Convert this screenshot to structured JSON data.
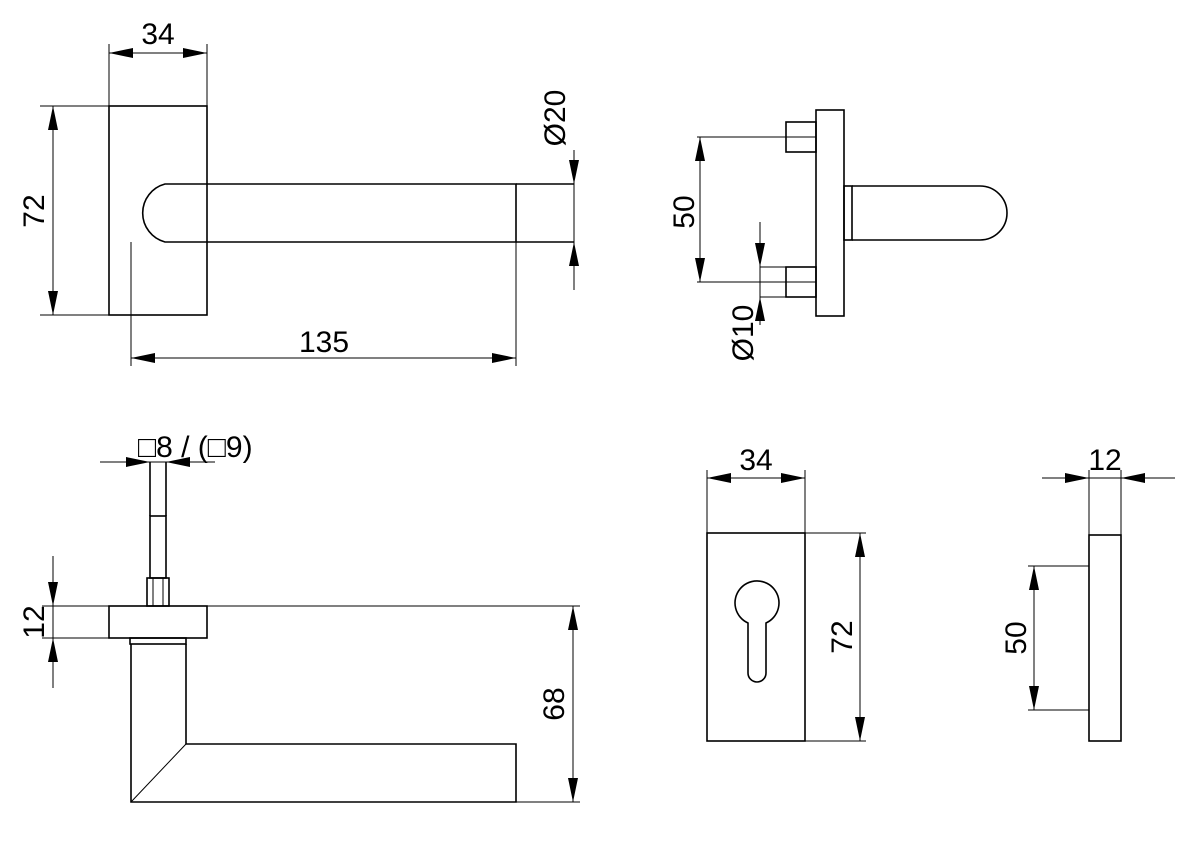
{
  "colors": {
    "line": "#000000",
    "background": "#ffffff"
  },
  "top_left_view": {
    "rose_width": "34",
    "rose_height": "72",
    "lever_diameter": "Ø20",
    "lever_length": "135"
  },
  "top_right_view": {
    "screw_spacing": "50",
    "pin_diameter": "Ø10"
  },
  "bottom_left_view": {
    "spindle": "□8 / (□9)",
    "rose_thickness": "12",
    "lever_drop": "68"
  },
  "bottom_middle_view": {
    "plate_width": "34",
    "plate_height": "72"
  },
  "bottom_right_view": {
    "plate_thickness": "12",
    "screw_spacing": "50"
  }
}
